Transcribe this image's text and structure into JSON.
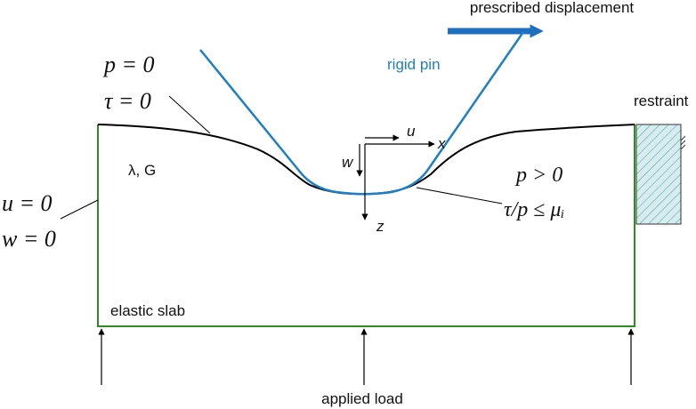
{
  "labels": {
    "prescribed_displacement": "prescribed displacement",
    "rigid_pin": "rigid pin",
    "restraint": "restraint",
    "p_zero": "p = 0",
    "tau_zero": "τ = 0",
    "u_zero": "u = 0",
    "w_zero": "w = 0",
    "lame": "λ, G",
    "u_axis": "u",
    "x_axis": "x",
    "w_axis": "w",
    "z_axis": "z",
    "p_positive": "p > 0",
    "friction": "τ/p ≤ μᵢ",
    "elastic_slab": "elastic slab",
    "applied_load": "applied load"
  },
  "colors": {
    "slab_outline": "#2e8b22",
    "pin": "#1f7fc4",
    "displacement_arrow": "#1f6fc0",
    "rigid_pin_label": "#1f7fc4",
    "restraint_fill": "#d6ecee",
    "restraint_hatch": "#4a9a9a",
    "text": "#111111",
    "surface": "#000000"
  }
}
